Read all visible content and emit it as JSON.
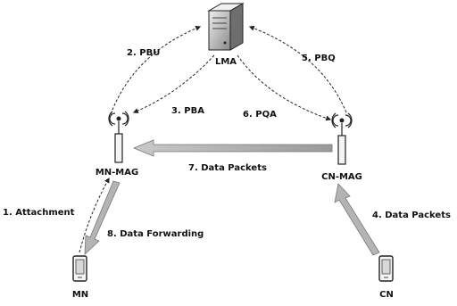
{
  "nodes": {
    "lma": "LMA",
    "mn_mag": "MN-MAG",
    "cn_mag": "CN-MAG",
    "mn": "MN",
    "cn": "CN"
  },
  "edges": {
    "pbu": "2. PBU",
    "pba": "3. PBA",
    "pbq": "5. PBQ",
    "pqa": "6. PQA",
    "data_packets_top": "7. Data Packets",
    "attachment": "1. Attachment",
    "data_forwarding": "8. Data Forwarding",
    "data_packets_right": "4. Data Packets"
  },
  "icons": {
    "lma": "server-icon",
    "mn_mag": "antenna-icon",
    "cn_mag": "antenna-icon",
    "mn": "phone-icon",
    "cn": "phone-icon"
  }
}
